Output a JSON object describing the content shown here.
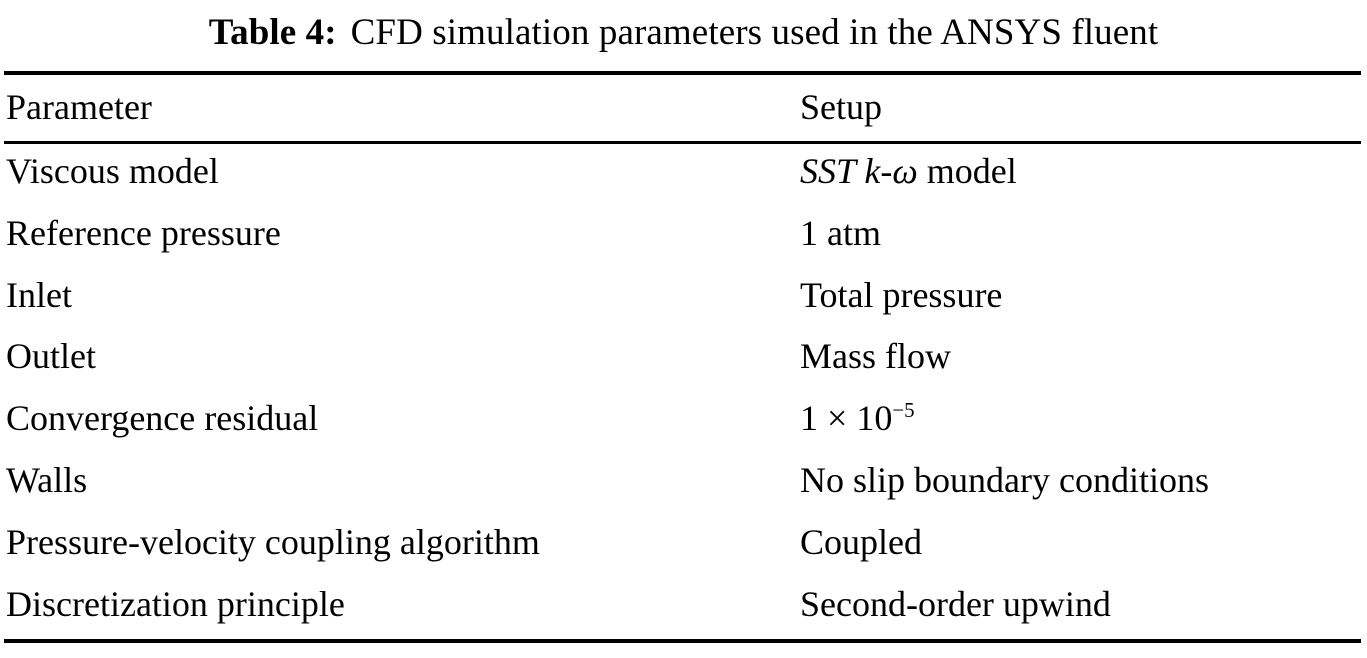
{
  "caption": {
    "label": "Table 4:",
    "text": "CFD simulation parameters used in the ANSYS fluent"
  },
  "table": {
    "columns": [
      "Parameter",
      "Setup"
    ],
    "rows": [
      {
        "parameter": "Viscous model",
        "setup": "SST k-ω model",
        "setup_html": "<span class=\"ital\">SST k</span>-<span class=\"ital\">ω</span> model"
      },
      {
        "parameter": "Reference pressure",
        "setup": "1 atm",
        "setup_html": "1 atm"
      },
      {
        "parameter": "Inlet",
        "setup": "Total pressure",
        "setup_html": "Total pressure"
      },
      {
        "parameter": "Outlet",
        "setup": "Mass flow",
        "setup_html": "Mass flow"
      },
      {
        "parameter": "Convergence residual",
        "setup": "1 × 10−5",
        "setup_html": "1 <span class=\"times\">×</span> 10<sup>−5</sup>"
      },
      {
        "parameter": "Walls",
        "setup": "No slip boundary conditions",
        "setup_html": "No slip boundary conditions"
      },
      {
        "parameter": "Pressure-velocity coupling algorithm",
        "setup": "Coupled",
        "setup_html": "Coupled"
      },
      {
        "parameter": "Discretization principle",
        "setup": "Second-order upwind",
        "setup_html": "Second-order upwind"
      }
    ]
  },
  "style": {
    "text_color": "#000000",
    "background_color": "#ffffff",
    "rule_color": "#000000"
  }
}
